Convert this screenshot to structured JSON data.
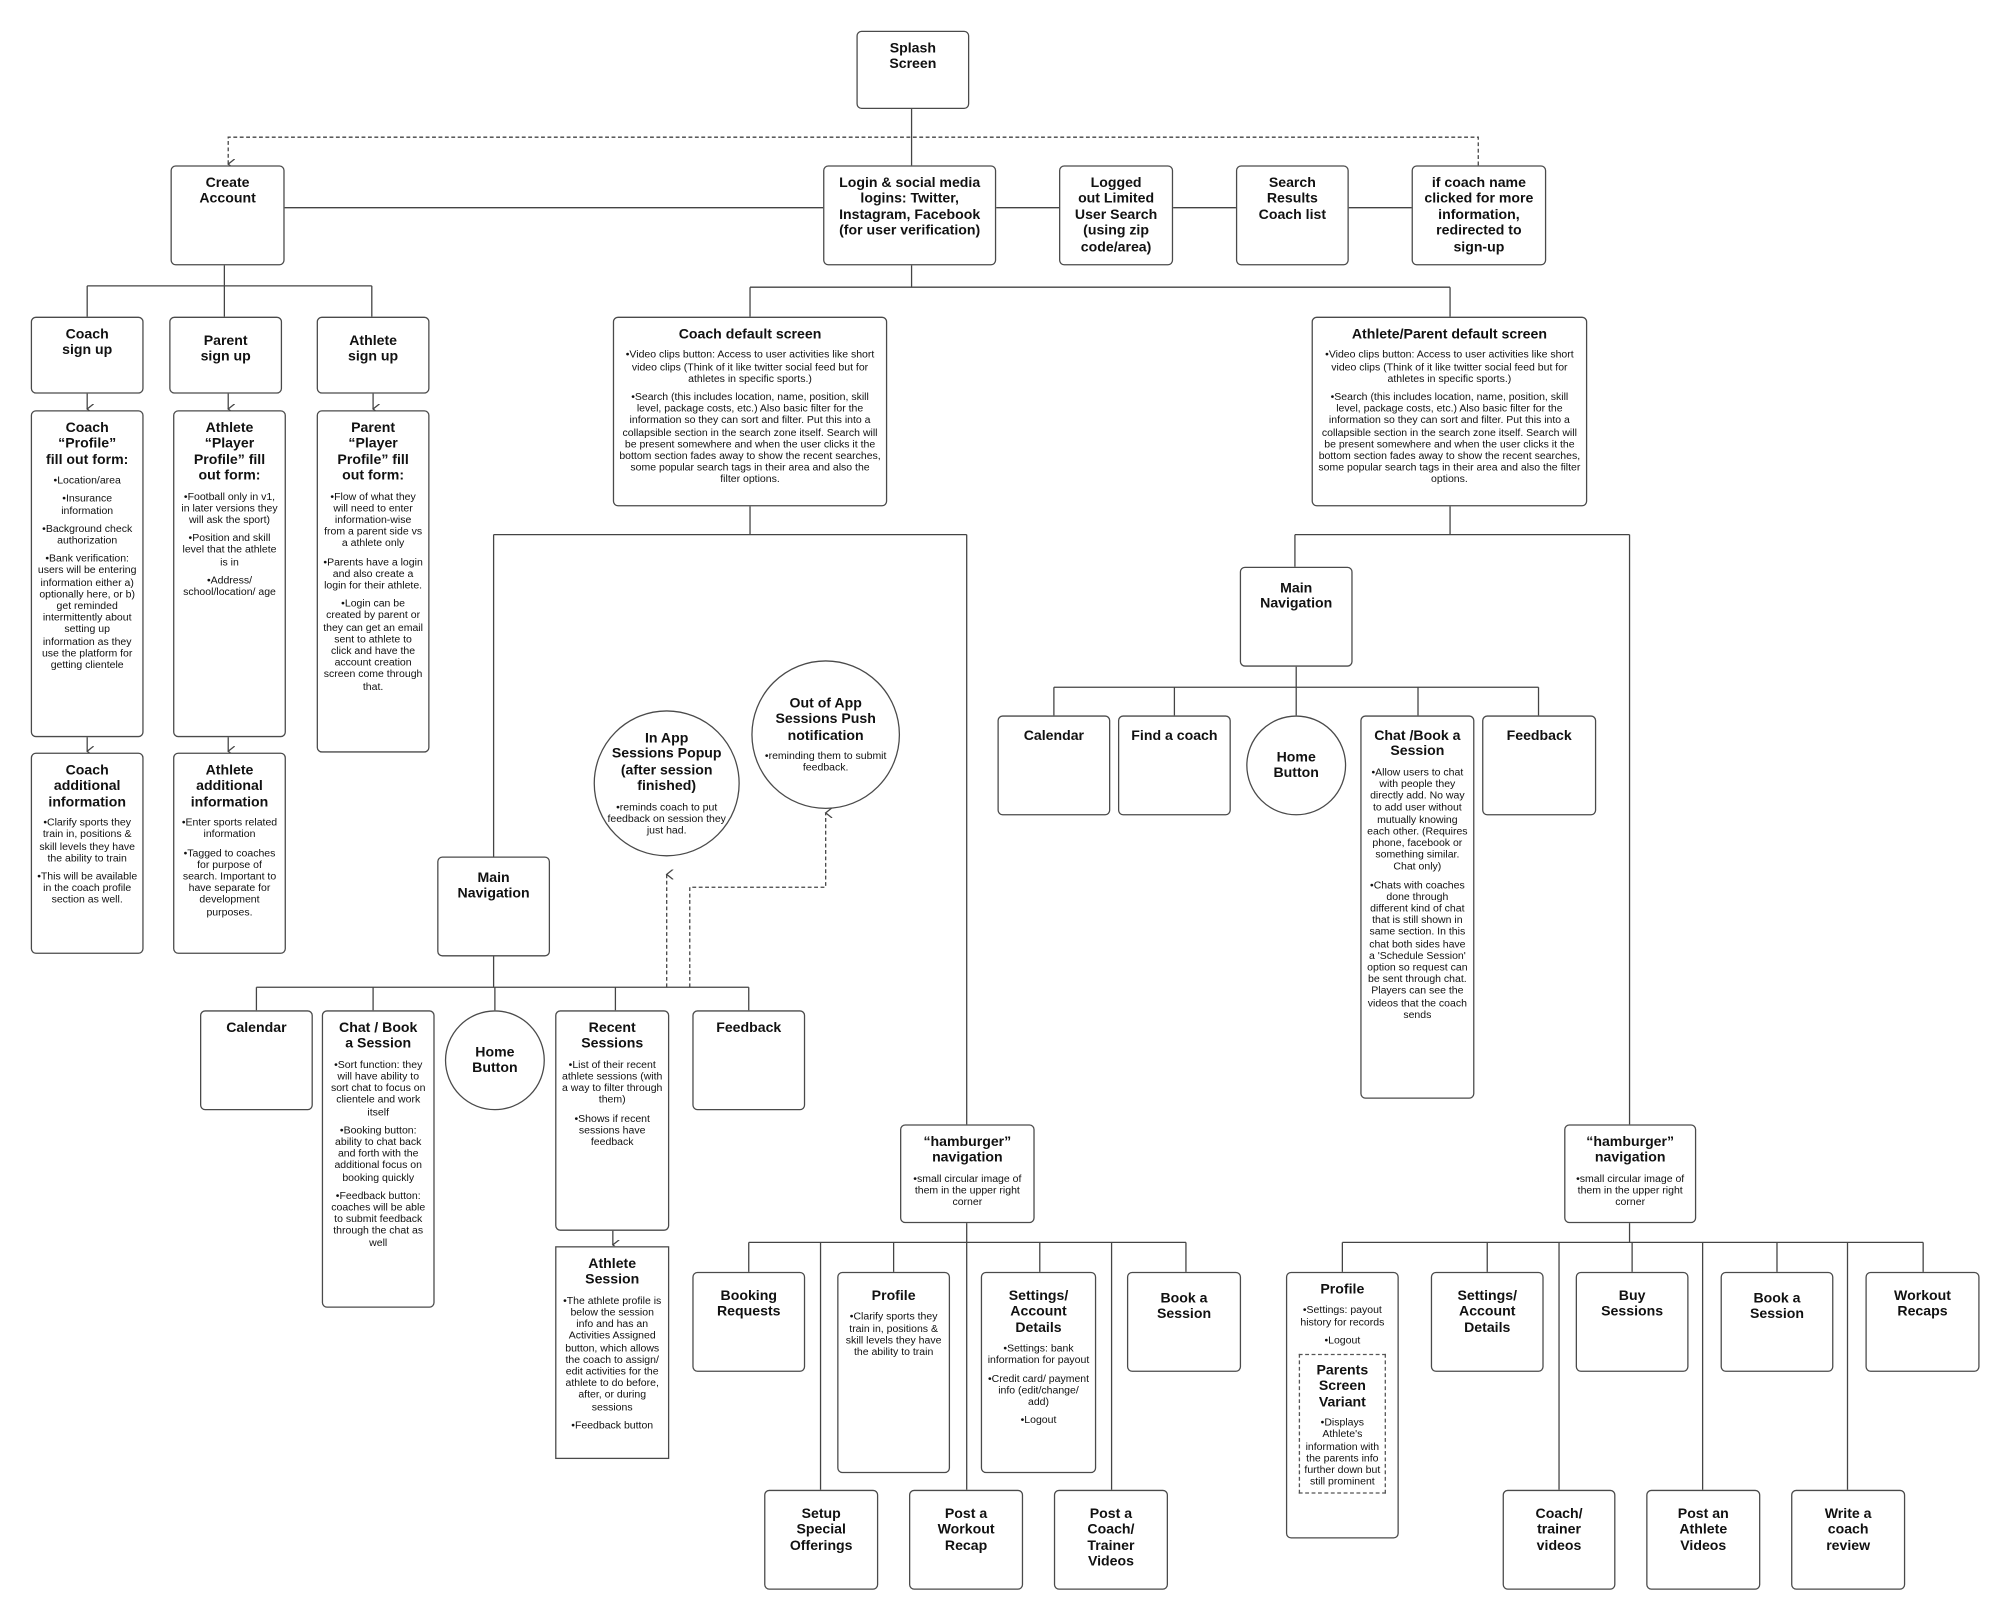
{
  "splash": {
    "title": "Splash\nScreen"
  },
  "create_account": {
    "title": "Create\nAccount"
  },
  "login": {
    "title": "Login & social media\nlogins: Twitter,\nInstagram, Facebook\n(for user verification)"
  },
  "logged_out_search": {
    "title": "Logged\nout Limited\nUser Search\n(using zip\ncode/area)"
  },
  "search_results": {
    "title": "Search\nResults\nCoach list"
  },
  "coach_name_redirect": {
    "title": "if coach name\nclicked for more\ninformation,\nredirected to\nsign-up"
  },
  "coach_signup": {
    "title": "Coach\nsign up"
  },
  "parent_signup": {
    "title": "Parent\nsign up"
  },
  "athlete_signup": {
    "title": "Athlete\nsign up"
  },
  "coach_profile_form": {
    "title": "Coach\n“Profile”\nfill out form:",
    "bullets": [
      "Location/area",
      "Insurance information",
      "Background check authorization",
      "Bank verification: users will be entering information either a) optionally here, or b) get reminded intermittently about setting up information as they use the platform for getting clientele"
    ]
  },
  "athlete_profile_form": {
    "title": "Athlete\n“Player\nProfile” fill\nout form:",
    "bullets": [
      "Football only in v1, in later versions they will ask the sport)",
      "Position and skill level that the athlete is in",
      "Address/ school/location/ age"
    ]
  },
  "parent_profile_form": {
    "title": "Parent\n“Player\nProfile” fill\nout form:",
    "bullets": [
      "Flow of what they will need to enter information-wise from a parent side vs a athlete only",
      "Parents have a login and also create a login for their athlete.",
      "Login can be created by parent or they can get an email sent to athlete to click and have the account creation screen come through that."
    ]
  },
  "coach_additional": {
    "title": "Coach\nadditional\ninformation",
    "bullets": [
      "Clarify sports they train in, positions & skill levels they have the ability to train",
      "This will be available in the coach profile section as well."
    ]
  },
  "athlete_additional": {
    "title": "Athlete\nadditional\ninformation",
    "bullets": [
      "Enter sports related information",
      "Tagged to coaches for purpose of search. Important to have separate for development purposes."
    ]
  },
  "coach_default": {
    "title": "Coach default screen",
    "bullets": [
      "Video clips button: Access to user activities like short video clips (Think of it like twitter social feed but for athletes in specific sports.)",
      "Search (this includes location, name, position, skill level, package costs, etc.) Also basic filter for the information so they can sort and filter. Put this into a collapsible section in the search zone itself. Search will be present somewhere and when the user clicks it the bottom section fades away to show the recent searches, some popular search tags in their area and also the filter options."
    ]
  },
  "athlete_parent_default": {
    "title": "Athlete/Parent default screen",
    "bullets": [
      "Video clips button: Access to user activities like short video clips (Think of it like twitter social feed but for athletes in specific sports.)",
      "Search (this includes location, name, position, skill level, package costs, etc.) Also basic filter for the information so they can sort and filter. Put this into a collapsible section in the search zone itself. Search will be present somewhere and when the user clicks it the bottom section fades away to show the recent searches, some popular search tags in their area and also the filter options."
    ]
  },
  "coach_main_nav": {
    "title": "Main\nNavigation"
  },
  "coach_calendar": {
    "title": "Calendar"
  },
  "coach_chat": {
    "title": "Chat / Book\na Session",
    "bullets": [
      "Sort function: they will have ability to sort chat to focus on clientele and work itself",
      "Booking button: ability to chat back and forth with the additional focus on booking quickly",
      "Feedback button: coaches will be able to submit feedback through the chat as well"
    ]
  },
  "coach_home": {
    "title": "Home\nButton"
  },
  "coach_recent": {
    "title": "Recent\nSessions",
    "bullets": [
      "List of their recent athlete sessions (with a way to filter through them)",
      "Shows if recent sessions have feedback"
    ]
  },
  "coach_feedback": {
    "title": "Feedback"
  },
  "in_app_popup": {
    "title": "In App\nSessions Popup\n(after session\nfinished)",
    "bullets": [
      "reminds coach to put feedback on session they just had."
    ]
  },
  "out_of_app_push": {
    "title": "Out of App\nSessions Push\nnotification",
    "bullets": [
      "reminding them to submit feedback."
    ]
  },
  "athlete_session": {
    "title": "Athlete\nSession",
    "bullets": [
      "The athlete profile is below the session info and has an Activities Assigned button, which allows the coach to assign/ edit activities for the athlete to do before, after, or during sessions",
      "Feedback button"
    ]
  },
  "coach_hamburger": {
    "title": "“hamburger”\nnavigation",
    "bullets": [
      "small circular image of them in the upper right corner"
    ]
  },
  "booking_requests": {
    "title": "Booking\nRequests"
  },
  "coach_profile": {
    "title": "Profile",
    "bullets": [
      "Clarify sports they train in, positions & skill levels they have the ability to train"
    ]
  },
  "coach_settings": {
    "title": "Settings/\nAccount\nDetails",
    "bullets": [
      "Settings: bank information for payout",
      "Credit card/ payment info (edit/change/ add)",
      "Logout"
    ]
  },
  "coach_book_session": {
    "title": "Book a\nSession"
  },
  "setup_special": {
    "title": "Setup\nSpecial\nOfferings"
  },
  "post_workout": {
    "title": "Post a\nWorkout\nRecap"
  },
  "post_coach_videos": {
    "title": "Post a\nCoach/\nTrainer\nVideos"
  },
  "ap_main_nav": {
    "title": "Main\nNavigation"
  },
  "ap_calendar": {
    "title": "Calendar"
  },
  "find_coach": {
    "title": "Find a coach"
  },
  "ap_home": {
    "title": "Home\nButton"
  },
  "ap_chat": {
    "title": "Chat /Book a\nSession",
    "bullets": [
      "Allow users to chat with people they directly add. No way to add user without mutually knowing each other. (Requires phone, facebook or something similar. Chat only)",
      "Chats with coaches done through different kind of chat that is still shown in same section. In this chat both sides have a 'Schedule Session' option so request can be sent through chat. Players can see the videos that the coach sends"
    ]
  },
  "ap_feedback": {
    "title": "Feedback"
  },
  "ap_hamburger": {
    "title": "“hamburger”\nnavigation",
    "bullets": [
      "small circular image of them in the upper right corner"
    ]
  },
  "ap_profile": {
    "title": "Profile",
    "bullets": [
      "Settings: payout history for records",
      "Logout"
    ],
    "variant": {
      "title": "Parents\nScreen\nVariant",
      "bullets": [
        "Displays Athlete's information with the parents info further down but still prominent"
      ]
    }
  },
  "ap_settings": {
    "title": "Settings/\nAccount\nDetails"
  },
  "buy_sessions": {
    "title": "Buy\nSessions"
  },
  "ap_book": {
    "title": "Book a\nSession"
  },
  "workout_recaps": {
    "title": "Workout\nRecaps"
  },
  "coach_trainer_videos": {
    "title": "Coach/\ntrainer\nvideos"
  },
  "post_athlete_videos": {
    "title": "Post an\nAthlete\nVideos"
  },
  "write_review": {
    "title": "Write a\ncoach\nreview"
  }
}
